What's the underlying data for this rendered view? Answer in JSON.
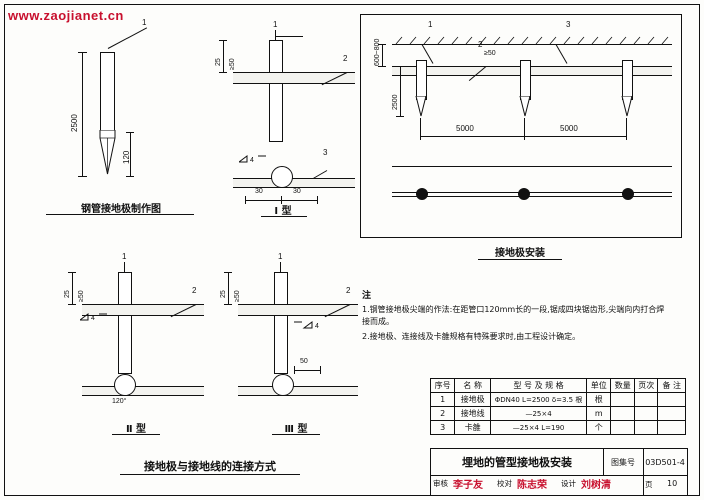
{
  "watermark": "www.zaojianet.cn",
  "figures": {
    "fig1": {
      "title": "钢管接地极制作图",
      "callout": "1",
      "dim_len": "2500",
      "dim_tip": "120"
    },
    "fig2": {
      "title": "Ⅰ 型",
      "callouts": [
        "1",
        "2",
        "3"
      ],
      "dim_depth": "≥50",
      "dim_25": "25",
      "weld": "4",
      "dim_left": "30",
      "dim_right": "30"
    },
    "fig3": {
      "title": "Ⅱ 型",
      "callouts": [
        "1",
        "2"
      ],
      "dim_depth": "≥50",
      "dim_25": "25",
      "weld": "4",
      "angle": "120°"
    },
    "fig4": {
      "title": "Ⅲ 型",
      "callouts": [
        "1",
        "2"
      ],
      "dim_depth": "≥50",
      "dim_25": "25",
      "weld": "4",
      "dim_50": "50"
    },
    "fig_group_title": "接地极与接地线的连接方式",
    "fig5": {
      "title": "接地极安装",
      "callouts": [
        "1",
        "2",
        "3"
      ],
      "dim_top": "600~800",
      "dim_depth": "≥50",
      "dim_len": "2500",
      "span1": "5000",
      "span2": "5000"
    }
  },
  "notes": {
    "heading": "注",
    "items": [
      "1.钢管接地极尖端的作法:在距管口120mm长的一段,锯成四块锯齿形,尖端向内打合焊接而成。",
      "2.接地极、连接线及卡雒规格有特殊要求时,由工程设计确定。"
    ]
  },
  "bom": {
    "headers": [
      "序号",
      "名  称",
      "型 号 及 规 格",
      "单位",
      "数量",
      "页次",
      "备  注"
    ],
    "rows": [
      {
        "no": "1",
        "name": "接地极",
        "spec": "ΦDN40 L=2500 δ=3.5 根",
        "unit": "根",
        "qty": "",
        "page": "",
        "remark": ""
      },
      {
        "no": "2",
        "name": "接地线",
        "spec": "—25×4",
        "unit": "m",
        "qty": "",
        "page": "",
        "remark": ""
      },
      {
        "no": "3",
        "name": "卡雒",
        "spec": "—25×4  L=190",
        "unit": "个",
        "qty": "",
        "page": "",
        "remark": ""
      }
    ]
  },
  "titleblock": {
    "drawing_title": "埋地的管型接地极安装",
    "atlas_label": "图集号",
    "atlas_number": "03D501-4",
    "review_label": "审核",
    "review_name": "李子友",
    "check_label": "校对",
    "check_name": "陈志荣",
    "design_label": "设计",
    "design_name": "刘树清",
    "page_label": "页",
    "page_number": "10"
  }
}
